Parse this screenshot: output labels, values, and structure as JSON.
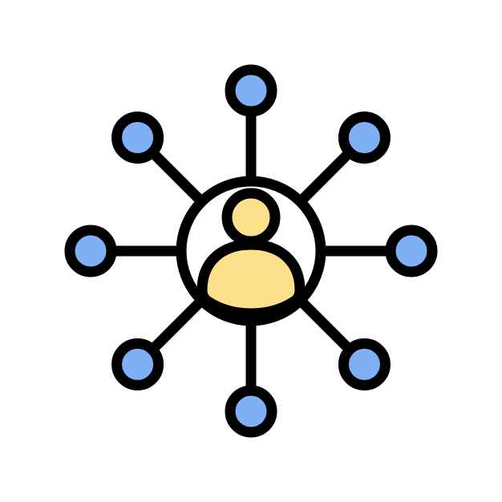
{
  "icon": {
    "name": "network-user-icon",
    "colors": {
      "stroke": "#000000",
      "node_fill": "#7fb0f5",
      "person_fill": "#fde08c",
      "center_fill": "#ffffff",
      "background": "#ffffff"
    },
    "nodes": [
      "node-top",
      "node-top-right",
      "node-right",
      "node-bottom-right",
      "node-bottom",
      "node-bottom-left",
      "node-left",
      "node-top-left"
    ]
  }
}
